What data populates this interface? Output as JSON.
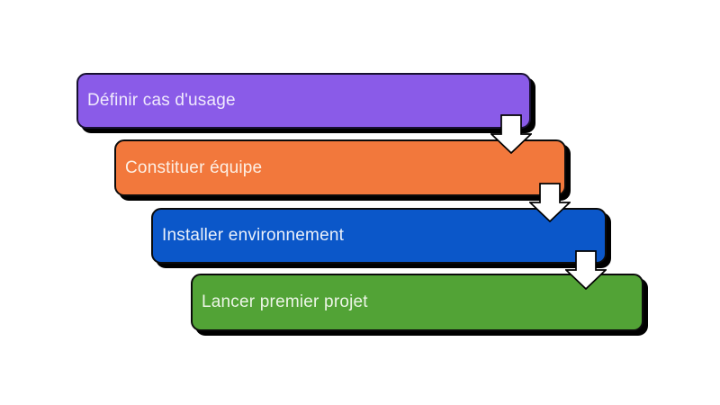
{
  "diagram": {
    "background_color": "#FFFFFF",
    "shadow_color": "#000000",
    "arrow_icon": {
      "name": "down-arrow-icon",
      "fill": "#FFFFFF",
      "stroke": "#000000"
    },
    "steps": [
      {
        "label": "Définir cas d'usage",
        "fill": "#8A5BE8",
        "border_color": "#171030",
        "text_color": "#F0EAFD"
      },
      {
        "label": "Constituer équipe",
        "fill": "#F2783C",
        "border_color": "#0B0B0B",
        "text_color": "#FDEFE4"
      },
      {
        "label": "Installer environnement",
        "fill": "#0B57C9",
        "border_color": "#0B0B0B",
        "text_color": "#EAF0FA"
      },
      {
        "label": "Lancer premier projet",
        "fill": "#52A336",
        "border_color": "#0B0B0B",
        "text_color": "#ECF5E6"
      }
    ]
  }
}
